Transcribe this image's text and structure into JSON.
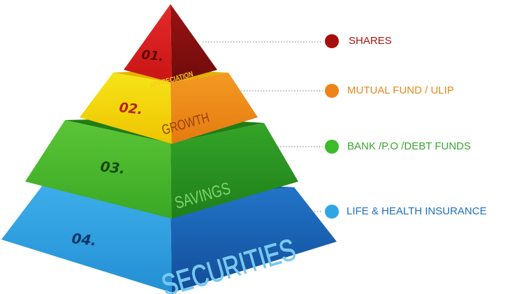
{
  "tiers": [
    {
      "number": "01.",
      "label": "APPRECIATION",
      "legend": "SHARES",
      "legend_color": "#b01010",
      "dot_color": "#a80d0d",
      "left_color": "#d61f1f",
      "right_color": "#8e1212"
    },
    {
      "number": "02.",
      "label": "GROWTH",
      "legend": "MUTUAL FUND / ULIP",
      "legend_color": "#e08a1e",
      "dot_color": "#ec8418",
      "left_color": "#f2d600",
      "right_color": "#f08c1a"
    },
    {
      "number": "03.",
      "label": "SAVINGS",
      "legend": "BANK /P.O /DEBT FUNDS",
      "legend_color": "#3aa52e",
      "dot_color": "#3dbb2a",
      "left_color": "#4dbb2c",
      "right_color": "#2c9a22"
    },
    {
      "number": "04.",
      "label": "SECURITIES",
      "legend": "LIFE & HEALTH INSURANCE",
      "legend_color": "#1f6fc0",
      "dot_color": "#2ea6e6",
      "left_color": "#2e9ee0",
      "right_color": "#1a62b8"
    }
  ]
}
